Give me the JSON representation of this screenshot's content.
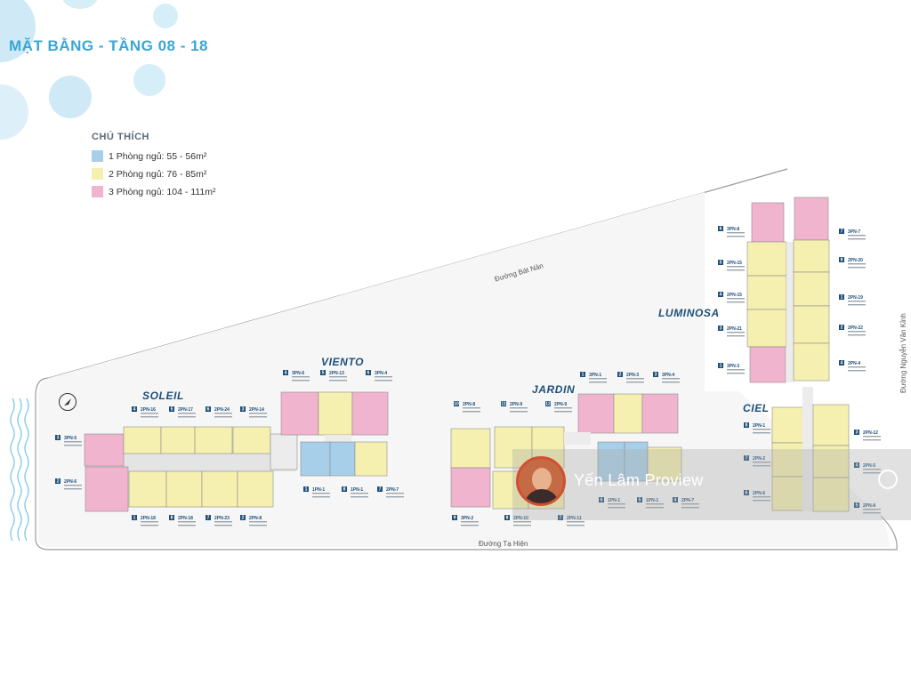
{
  "title": "MẶT BẰNG - TẦNG 08 - 18",
  "legend": {
    "title": "CHÚ THÍCH",
    "items": [
      {
        "label": "1 Phòng ngủ: 55 - 56m²",
        "color": "#a8cfe9"
      },
      {
        "label": "2 Phòng ngủ: 76 - 85m²",
        "color": "#f5f0b0"
      },
      {
        "label": "3 Phòng ngủ: 104 - 111m²",
        "color": "#f0b4cf"
      }
    ]
  },
  "streets": {
    "bat_nan": "Đường Bát Nàn",
    "ta_hien": "Đường Tạ Hiện",
    "nguyen_van_kinh": "Đường Nguyễn Văn Kỉnh"
  },
  "zones": [
    "SOLEIL",
    "VIENTO",
    "JARDIN",
    "LUMINOSA",
    "CIEL"
  ],
  "colors": {
    "one_bed": "#a8cfe9",
    "two_bed": "#f5f0b0",
    "three_bed": "#f0b4cf",
    "accent": "#3aa6d6",
    "navy": "#1d4f7a"
  },
  "units": {
    "soleil_top": [
      {
        "num": "4",
        "code": "2PN-16"
      },
      {
        "num": "5",
        "code": "2PN-17"
      },
      {
        "num": "6",
        "code": "2PN-24"
      },
      {
        "num": "3",
        "code": "2PN-14"
      }
    ],
    "soleil_bottom": [
      {
        "num": "1",
        "code": "2PN-18"
      },
      {
        "num": "8",
        "code": "2PN-18"
      },
      {
        "num": "7",
        "code": "2PN-23"
      },
      {
        "num": "2",
        "code": "2PN-8"
      }
    ],
    "soleil_left": [
      {
        "num": "3",
        "code": "3PN-5"
      },
      {
        "num": "2",
        "code": "2PN-6"
      }
    ],
    "viento_top": [
      {
        "num": "4",
        "code": "3PN-6"
      },
      {
        "num": "5",
        "code": "2PN-13"
      },
      {
        "num": "6",
        "code": "3PN-4"
      }
    ],
    "viento_bottom": [
      {
        "num": "1",
        "code": "1PN-1"
      },
      {
        "num": "8",
        "code": "1PN-1"
      },
      {
        "num": "7",
        "code": "2PN-7"
      }
    ],
    "jardin_top": [
      {
        "num": "10",
        "code": "2PN-8"
      },
      {
        "num": "11",
        "code": "2PN-9"
      },
      {
        "num": "12",
        "code": "2PN-9"
      },
      {
        "num": "1",
        "code": "3PN-1"
      },
      {
        "num": "2",
        "code": "2PN-3"
      },
      {
        "num": "3",
        "code": "3PN-4"
      }
    ],
    "jardin_bottom": [
      {
        "num": "9",
        "code": "3PN-2"
      },
      {
        "num": "8",
        "code": "2PN-10"
      },
      {
        "num": "7",
        "code": "2PN-11"
      },
      {
        "num": "6",
        "code": "1PN-1"
      },
      {
        "num": "5",
        "code": "1PN-1"
      },
      {
        "num": "4",
        "code": "2PN-7"
      }
    ],
    "luminosa_left": [
      {
        "num": "6",
        "code": "3PN-8"
      },
      {
        "num": "5",
        "code": "2PN-15"
      },
      {
        "num": "4",
        "code": "2PN-15"
      },
      {
        "num": "3",
        "code": "2PN-21"
      },
      {
        "num": "1",
        "code": "3PN-3"
      }
    ],
    "luminosa_right": [
      {
        "num": "7",
        "code": "3PN-7"
      },
      {
        "num": "8",
        "code": "2PN-20"
      },
      {
        "num": "1",
        "code": "2PN-19"
      },
      {
        "num": "2",
        "code": "2PN-22"
      },
      {
        "num": "4",
        "code": "2PN-4"
      }
    ],
    "ciel_left": [
      {
        "num": "8",
        "code": "2PN-1"
      },
      {
        "num": "7",
        "code": "2PN-2"
      },
      {
        "num": "6",
        "code": "2PN-6"
      }
    ],
    "ciel_right": [
      {
        "num": "3",
        "code": "2PN-12"
      },
      {
        "num": "4",
        "code": "2PN-5"
      },
      {
        "num": "5",
        "code": "2PN-8"
      }
    ]
  },
  "watermark": "Yến Lâm Proview"
}
